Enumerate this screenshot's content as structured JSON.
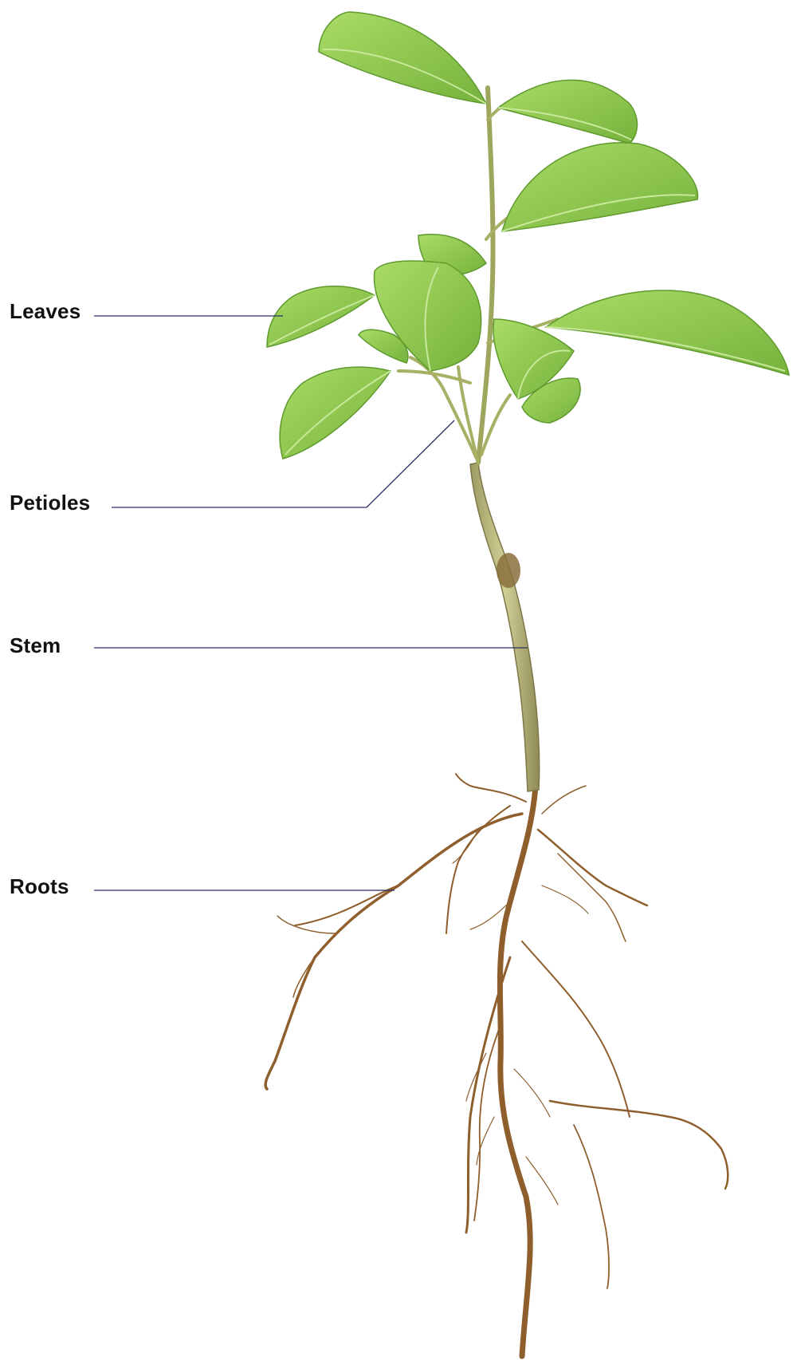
{
  "labels": {
    "leaves": "Leaves",
    "petioles": "Petioles",
    "stem": "Stem",
    "roots": "Roots"
  },
  "colors": {
    "leader_line": "#2b2f66",
    "leaf_light": "#9fd35c",
    "leaf_dark": "#72ad3a",
    "leaf_vein": "#c8e89a",
    "stem": "#b7b77a",
    "stem_dark": "#8a7a4a",
    "root": "#9a6a36",
    "root_dark": "#6e4a22"
  }
}
